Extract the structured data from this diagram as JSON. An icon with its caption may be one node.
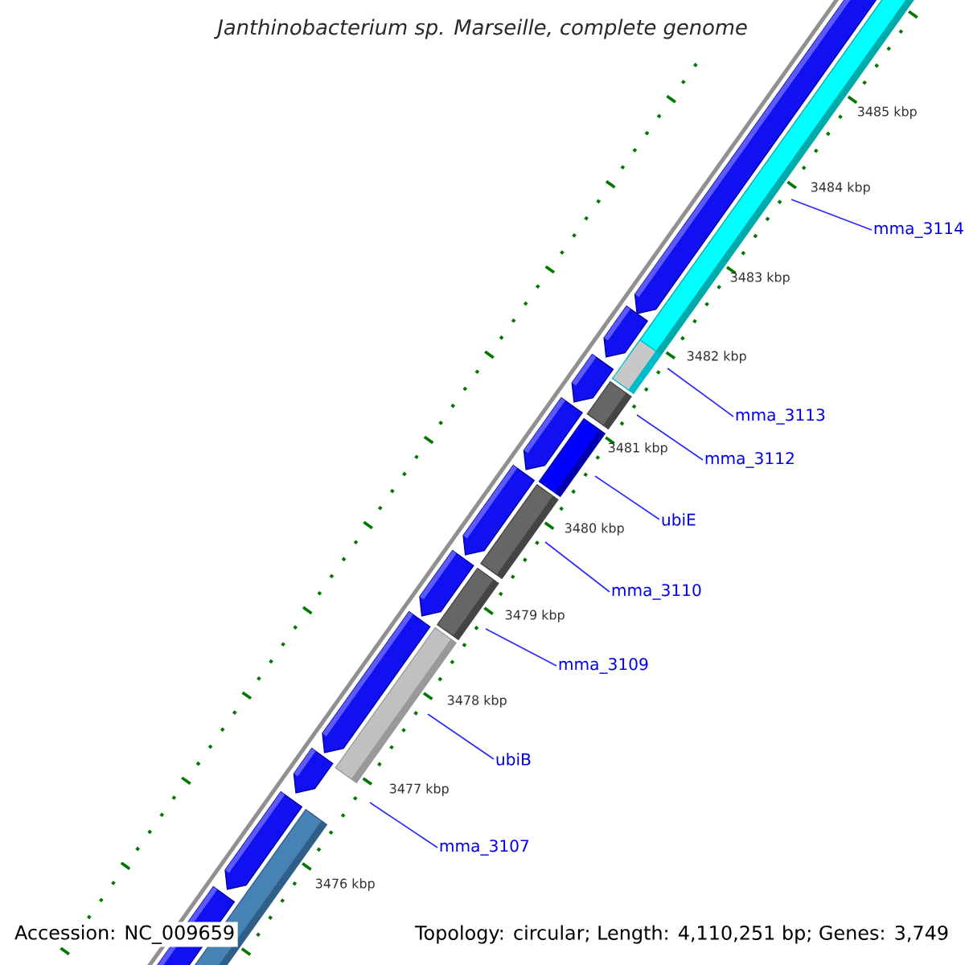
{
  "diagram": {
    "title": "Janthinobacterium sp. Marseille, complete genome",
    "nodes": [
      {
        "text": [
          "mma_3114"
        ]
      },
      {
        "text": [
          "mma_3113"
        ]
      },
      {
        "text": [
          "mma_3112"
        ]
      },
      {
        "text": [
          "ubiE"
        ]
      },
      {
        "text": [
          "mma_3110"
        ]
      },
      {
        "text": [
          "mma_3109"
        ]
      },
      {
        "text": [
          "ubiB"
        ]
      },
      {
        "text": [
          "mma_3107"
        ]
      }
    ],
    "edges": [
      {
        "from": 0,
        "to": null,
        "arrow": "none"
      },
      {
        "from": 1,
        "to": null,
        "arrow": "none"
      },
      {
        "from": 2,
        "to": null,
        "arrow": "none"
      },
      {
        "from": 3,
        "to": null,
        "arrow": "none"
      },
      {
        "from": 4,
        "to": null,
        "arrow": "none"
      },
      {
        "from": 5,
        "to": null,
        "arrow": "none"
      },
      {
        "from": 6,
        "to": null,
        "arrow": "none"
      },
      {
        "from": 7,
        "to": null,
        "arrow": "none"
      }
    ],
    "labels": [
      "3485 kbp",
      "3484 kbp",
      "3483 kbp",
      "3482 kbp",
      "3481 kbp",
      "3480 kbp",
      "3479 kbp",
      "3478 kbp",
      "3477 kbp",
      "3476 kbp",
      "Accession: NC_009659",
      "Topology: circular; Length: 4,110,251 bp; Genes: 3,749"
    ]
  }
}
